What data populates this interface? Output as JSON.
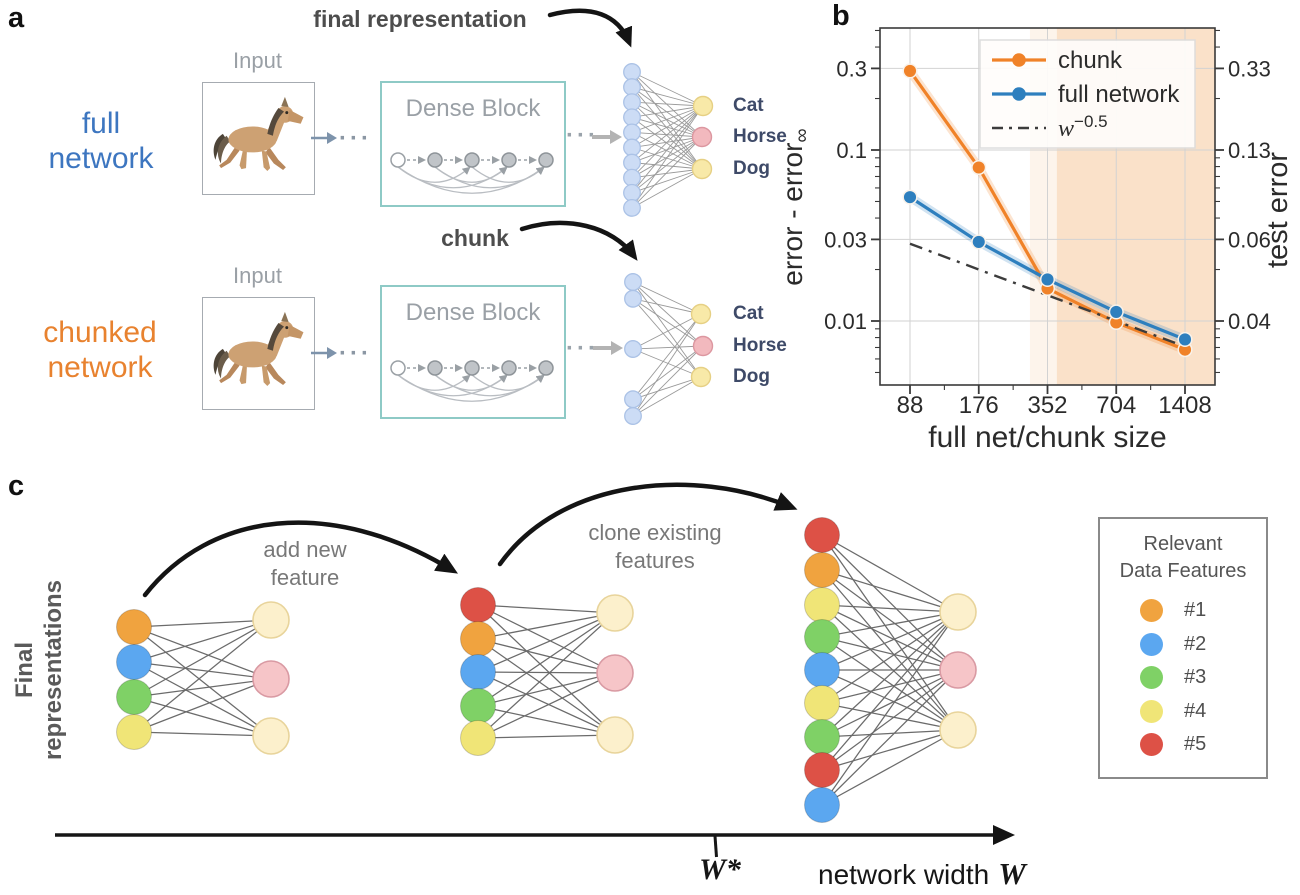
{
  "panels": {
    "a": {
      "label": "a",
      "final_representation_label": "final representation",
      "chunk_label": "chunk",
      "ellipsis": "···",
      "rows": [
        {
          "name_label": "full\nnetwork",
          "input_caption": "Input",
          "dense_block_label": "Dense Block"
        },
        {
          "name_label": "chunked\nnetwork",
          "input_caption": "Input",
          "dense_block_label": "Dense Block"
        }
      ],
      "class_labels": [
        "Cat",
        "Horse",
        "Dog"
      ],
      "full_column_nodes": 10,
      "chunk_column_slots": 9,
      "chunk_column_filled": [
        0,
        1,
        4,
        7,
        8
      ]
    },
    "b": {
      "label": "b",
      "chart_data": {
        "type": "line",
        "x_label": "full net/chunk size",
        "x_ticks": [
          88,
          176,
          352,
          704,
          1408
        ],
        "x_scale": "log2",
        "y_scale": "log10",
        "left_axis": {
          "label": "error - error",
          "label_subscript": "∞",
          "tick_values": [
            0.3,
            0.1,
            0.03,
            0.01
          ],
          "range": [
            0.0042,
            0.51
          ]
        },
        "right_axis": {
          "label": "test error",
          "tick_labels": [
            "0.33",
            "0.13",
            "0.06",
            "0.04"
          ]
        },
        "series": [
          {
            "name": "chunk",
            "color": "#f08228",
            "marker": true,
            "band": true,
            "values": [
              0.29,
              0.079,
              0.0155,
              0.0098,
              0.0068
            ]
          },
          {
            "name": "full network",
            "color": "#2e7fbe",
            "marker": true,
            "band": true,
            "values": [
              0.053,
              0.029,
              0.0175,
              0.0113,
              0.0078
            ]
          },
          {
            "name": "w^-0.5",
            "color": "#3c3c3c",
            "style": "dashdot",
            "marker": false,
            "values": [
              0.0283,
              0.02,
              0.01415,
              0.01,
              0.00708
            ]
          }
        ],
        "shaded_spans": [
          {
            "from": 295,
            "to": 1910,
            "opacity": 0.1
          },
          {
            "from": 387,
            "to": 1910,
            "opacity": 0.2
          }
        ],
        "shade_color": "#f0953f",
        "grid": true,
        "legend_position": "top-right"
      }
    },
    "c": {
      "label": "c",
      "y_axis_label": "Final\nrepresentations",
      "arrow1_label": "add new\nfeature",
      "arrow2_label": "clone existing\nfeatures",
      "wstar_label": "W*",
      "x_axis_label": "network width",
      "x_axis_symbol": "W",
      "networks": [
        {
          "inputs": [
            1,
            2,
            3,
            4
          ],
          "outputs": [
            "cream",
            "pink",
            "cream"
          ]
        },
        {
          "inputs": [
            5,
            1,
            2,
            3,
            4
          ],
          "outputs": [
            "cream",
            "pink",
            "cream"
          ]
        },
        {
          "inputs": [
            5,
            1,
            4,
            3,
            2,
            4,
            3,
            5,
            2
          ],
          "outputs": [
            "cream",
            "pink",
            "cream"
          ]
        }
      ],
      "legend": {
        "title": "Relevant\nData Features",
        "items": [
          {
            "label": "#1",
            "feature": 1
          },
          {
            "label": "#2",
            "feature": 2
          },
          {
            "label": "#3",
            "feature": 3
          },
          {
            "label": "#4",
            "feature": 4
          },
          {
            "label": "#5",
            "feature": 5
          }
        ]
      }
    }
  },
  "colors": {
    "full_label": "#3d76c0",
    "chunked_label": "#e8822f",
    "feature_1": "#f0a33f",
    "feature_2": "#5ba7f0",
    "feature_3": "#7fd166",
    "feature_4": "#f0e577",
    "feature_5": "#dd5146",
    "output_cream": "#fcf0cc",
    "output_cream_border": "#e8d49b",
    "output_pink": "#f6c5c8",
    "output_pink_border": "#d99aa3",
    "rep_node": "#ccdcf5",
    "rep_node_border": "#abc2e6",
    "class_cream": "#f8e9a8",
    "class_cream_border": "#e6d084",
    "class_pink": "#f2b9be",
    "class_pink_border": "#dc97a0",
    "chunk_series": "#f08228",
    "full_series": "#2e7fbe"
  }
}
